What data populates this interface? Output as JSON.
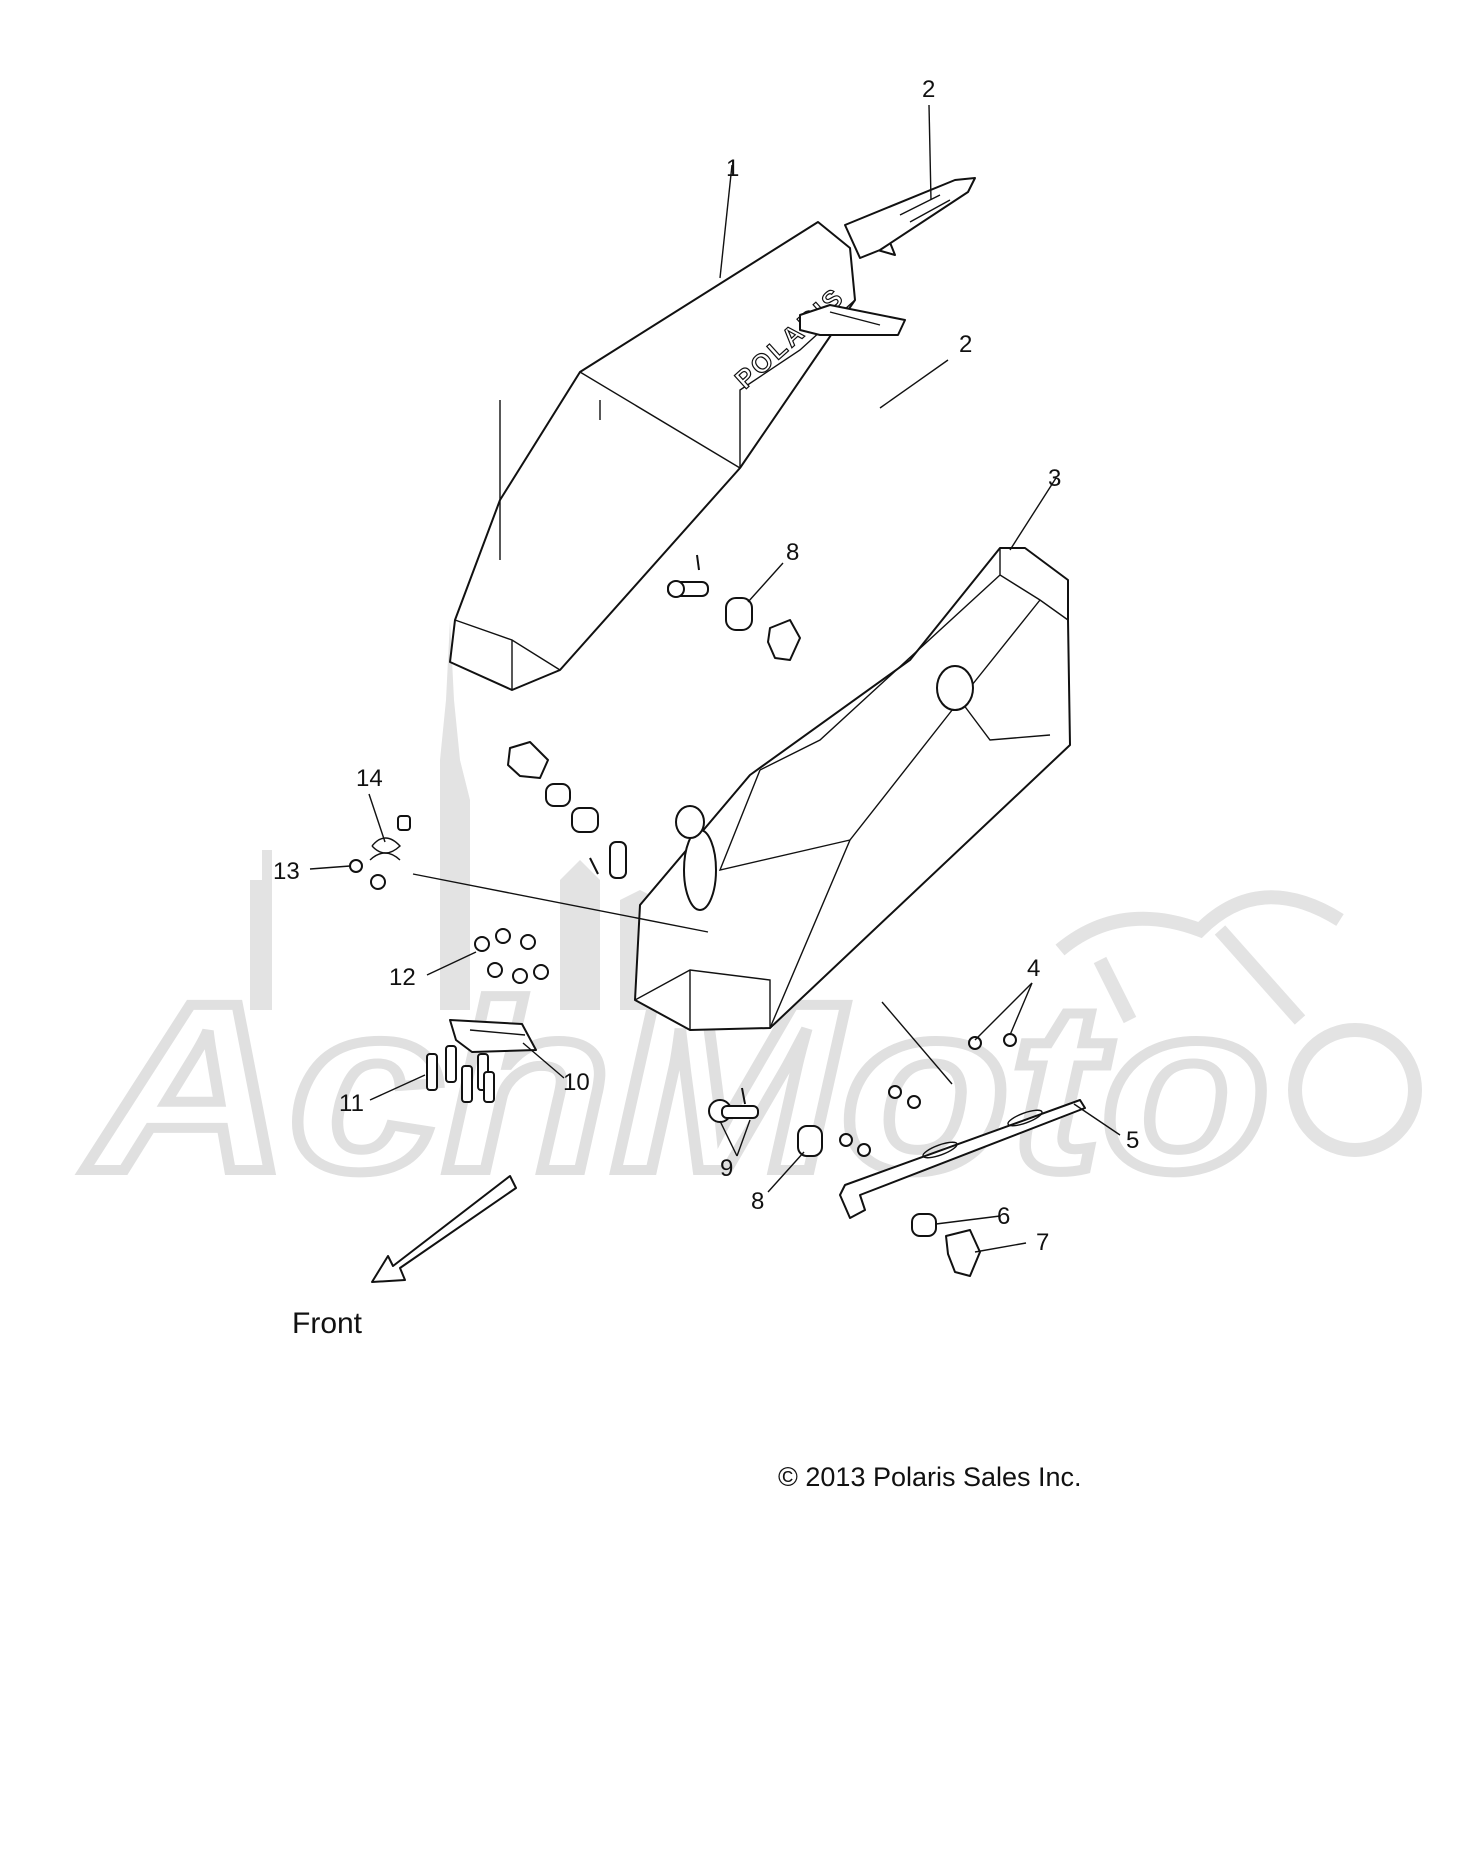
{
  "callouts": [
    {
      "label": "1"
    },
    {
      "label": "2"
    },
    {
      "label": "2"
    },
    {
      "label": "3"
    },
    {
      "label": "8"
    },
    {
      "label": "14"
    },
    {
      "label": "13"
    },
    {
      "label": "12"
    },
    {
      "label": "10"
    },
    {
      "label": "11"
    },
    {
      "label": "4"
    },
    {
      "label": "5"
    },
    {
      "label": "9"
    },
    {
      "label": "8"
    },
    {
      "label": "6"
    },
    {
      "label": "7"
    }
  ],
  "direction_label": "Front",
  "lid_brand": "POLARIS",
  "watermark_text": "AchMoto",
  "copyright": "© 2013 Polaris Sales Inc."
}
